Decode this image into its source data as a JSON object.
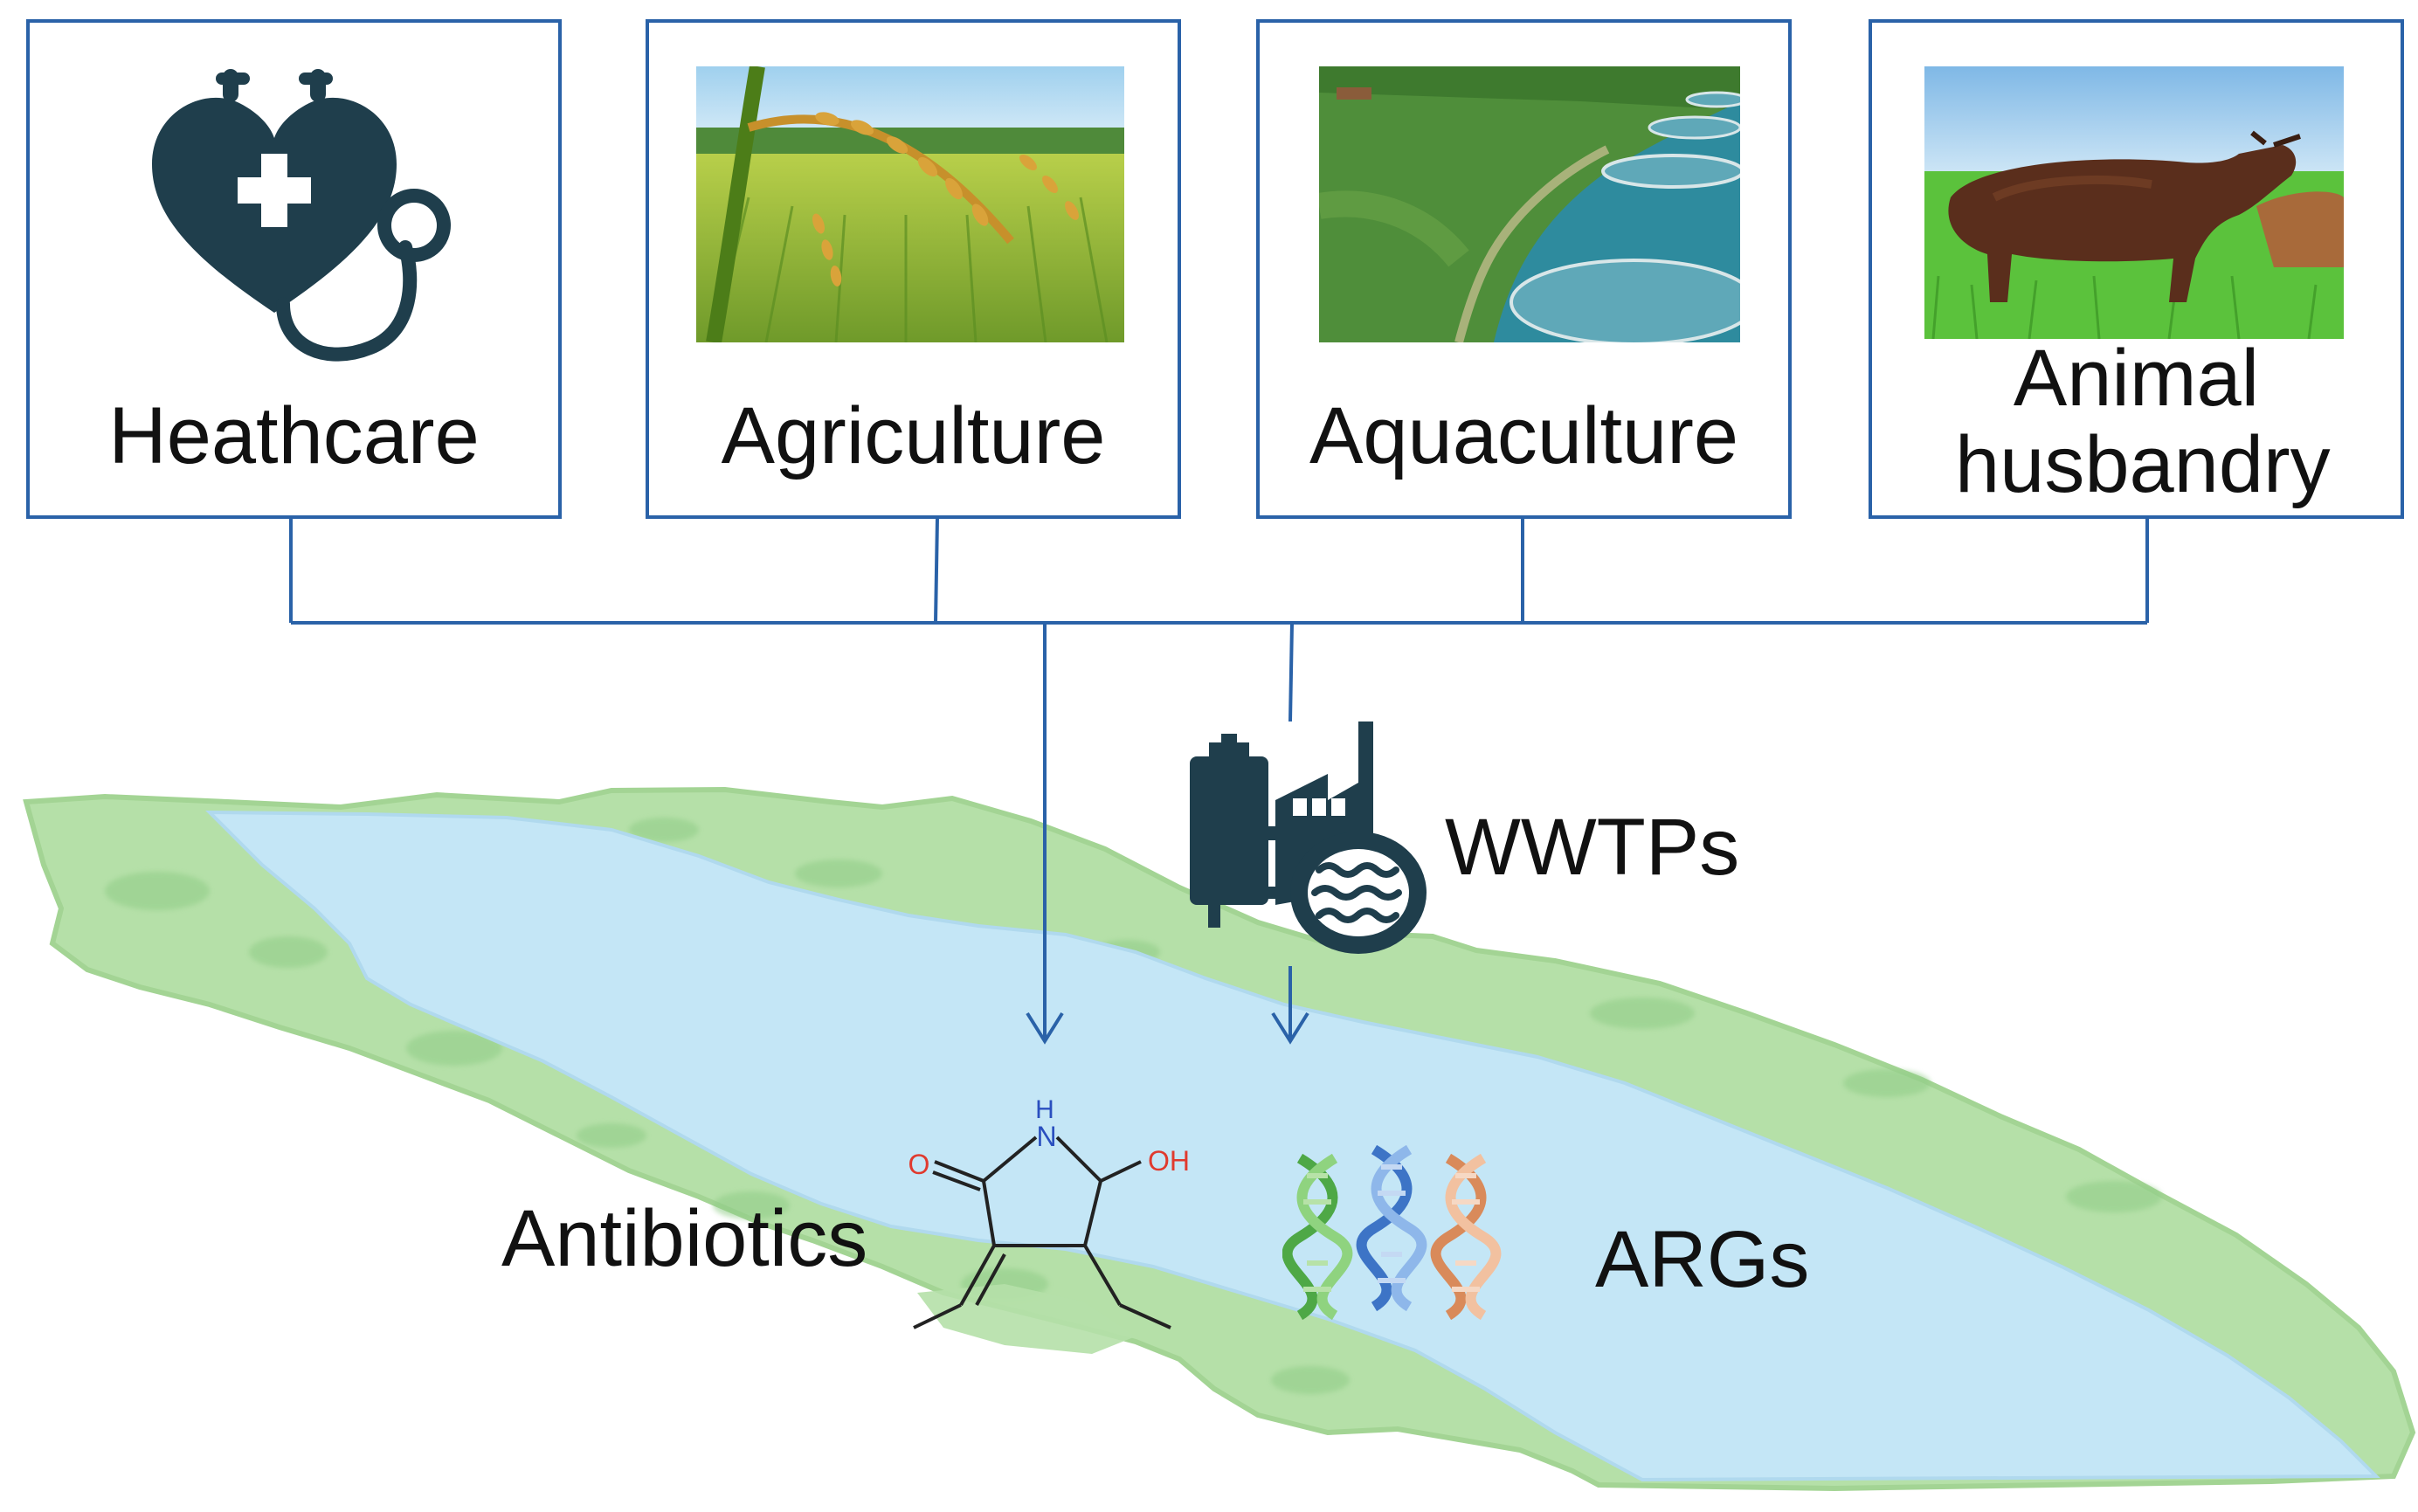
{
  "sources": [
    {
      "label": "Heathcare",
      "icon": "heart-stethoscope-icon"
    },
    {
      "label": "Agriculture",
      "icon": "rice-field-photo"
    },
    {
      "label": "Aquaculture",
      "icon": "fish-farm-ponds-photo"
    },
    {
      "label": "Animal husbandry",
      "icon": "cattle-pasture-photo"
    }
  ],
  "wwtp": {
    "label": "WWTPs",
    "icon": "treatment-plant-icon"
  },
  "antibiotics": {
    "label": "Antibiotics",
    "molecule_atoms": {
      "nh_h": "H",
      "nh_n": "N",
      "carbonyl_o": "O",
      "hydroxyl": "OH"
    }
  },
  "args": {
    "label": "ARGs",
    "icon": "dna-helix-icon"
  },
  "colors": {
    "box_border": "#2a62a8",
    "connector": "#2a62a8",
    "water": "#c4e6f6",
    "land": "#b5e0a8",
    "icon_dark": "#1f3e4c",
    "oxygen_red": "#e03a2e",
    "nitrogen_blue": "#2a4fbf"
  }
}
